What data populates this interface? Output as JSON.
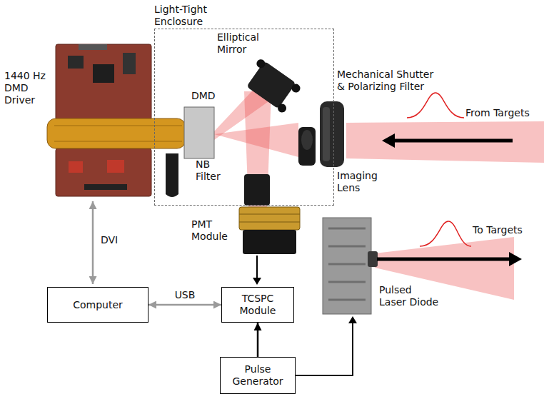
{
  "diagram": {
    "nodes": [
      {
        "text": [
          "Light-Tight Enclosure"
        ]
      },
      {
        "text": [
          "Computer"
        ]
      },
      {
        "text": [
          "TCSPC Module"
        ]
      },
      {
        "text": [
          "Pulse Generator"
        ]
      }
    ],
    "edges": [
      {
        "from": 1,
        "to": 2,
        "label": "USB",
        "arrow": "both"
      },
      {
        "from": 3,
        "to": 2,
        "arrow": "to"
      }
    ],
    "labels": [
      "1440 Hz DMD Driver",
      "DMD",
      "Elliptical Mirror",
      "Mechanical Shutter & Polarizing Filter",
      "From Targets",
      "NB Filter",
      "Imaging Lens",
      "PMT Module",
      "To Targets",
      "Pulsed Laser Diode",
      "DVI"
    ]
  }
}
